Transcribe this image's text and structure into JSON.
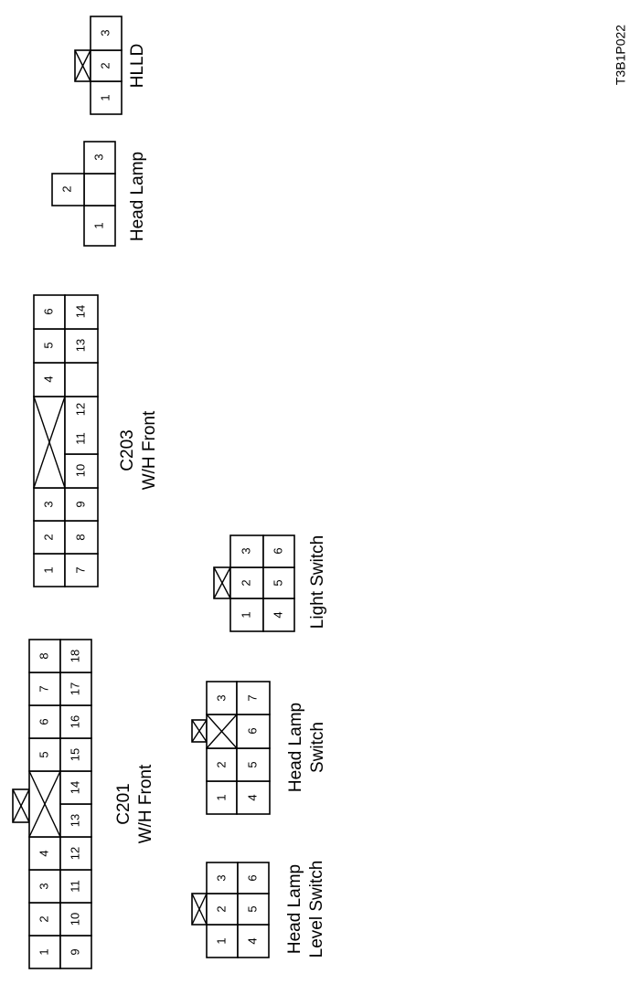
{
  "figure_id": "T3B1P022",
  "connectors": [
    {
      "id": "c201",
      "label_lines": [
        "C201",
        "W/H Front"
      ],
      "rows": [
        [
          "1",
          "2",
          "3",
          "4",
          null,
          null,
          "5",
          "6",
          "7",
          "8"
        ],
        [
          "9",
          "10",
          "11",
          "12",
          "13",
          "14",
          "15",
          "16",
          "17",
          "18"
        ]
      ]
    },
    {
      "id": "c203",
      "label_lines": [
        "C203",
        "W/H Front"
      ],
      "rows": [
        [
          "1",
          "2",
          "3",
          null,
          null,
          "4",
          "5",
          "6"
        ],
        [
          "7",
          "8",
          "9",
          "10",
          "11",
          "12",
          "13",
          "14"
        ]
      ]
    },
    {
      "id": "head-lamp-level-switch",
      "label_lines": [
        "Head Lamp",
        "Level Switch"
      ],
      "rows": [
        [
          "1",
          "2",
          "3"
        ],
        [
          "4",
          "5",
          "6"
        ]
      ]
    },
    {
      "id": "head-lamp-switch",
      "label_lines": [
        "Head Lamp",
        "Switch"
      ],
      "rows": [
        [
          "1",
          "2",
          null,
          "3"
        ],
        [
          "4",
          "5",
          "6",
          "7"
        ]
      ]
    },
    {
      "id": "light-switch",
      "label_lines": [
        "Light Switch"
      ],
      "rows": [
        [
          "1",
          "2",
          "3"
        ],
        [
          "4",
          "5",
          "6"
        ]
      ]
    },
    {
      "id": "head-lamp",
      "label_lines": [
        "Head Lamp"
      ],
      "rows": [
        [
          "1",
          "3"
        ],
        [
          "2"
        ]
      ]
    },
    {
      "id": "hlld",
      "label_lines": [
        "HLLD"
      ],
      "rows": [
        [
          "1",
          "2",
          "3"
        ]
      ]
    }
  ]
}
